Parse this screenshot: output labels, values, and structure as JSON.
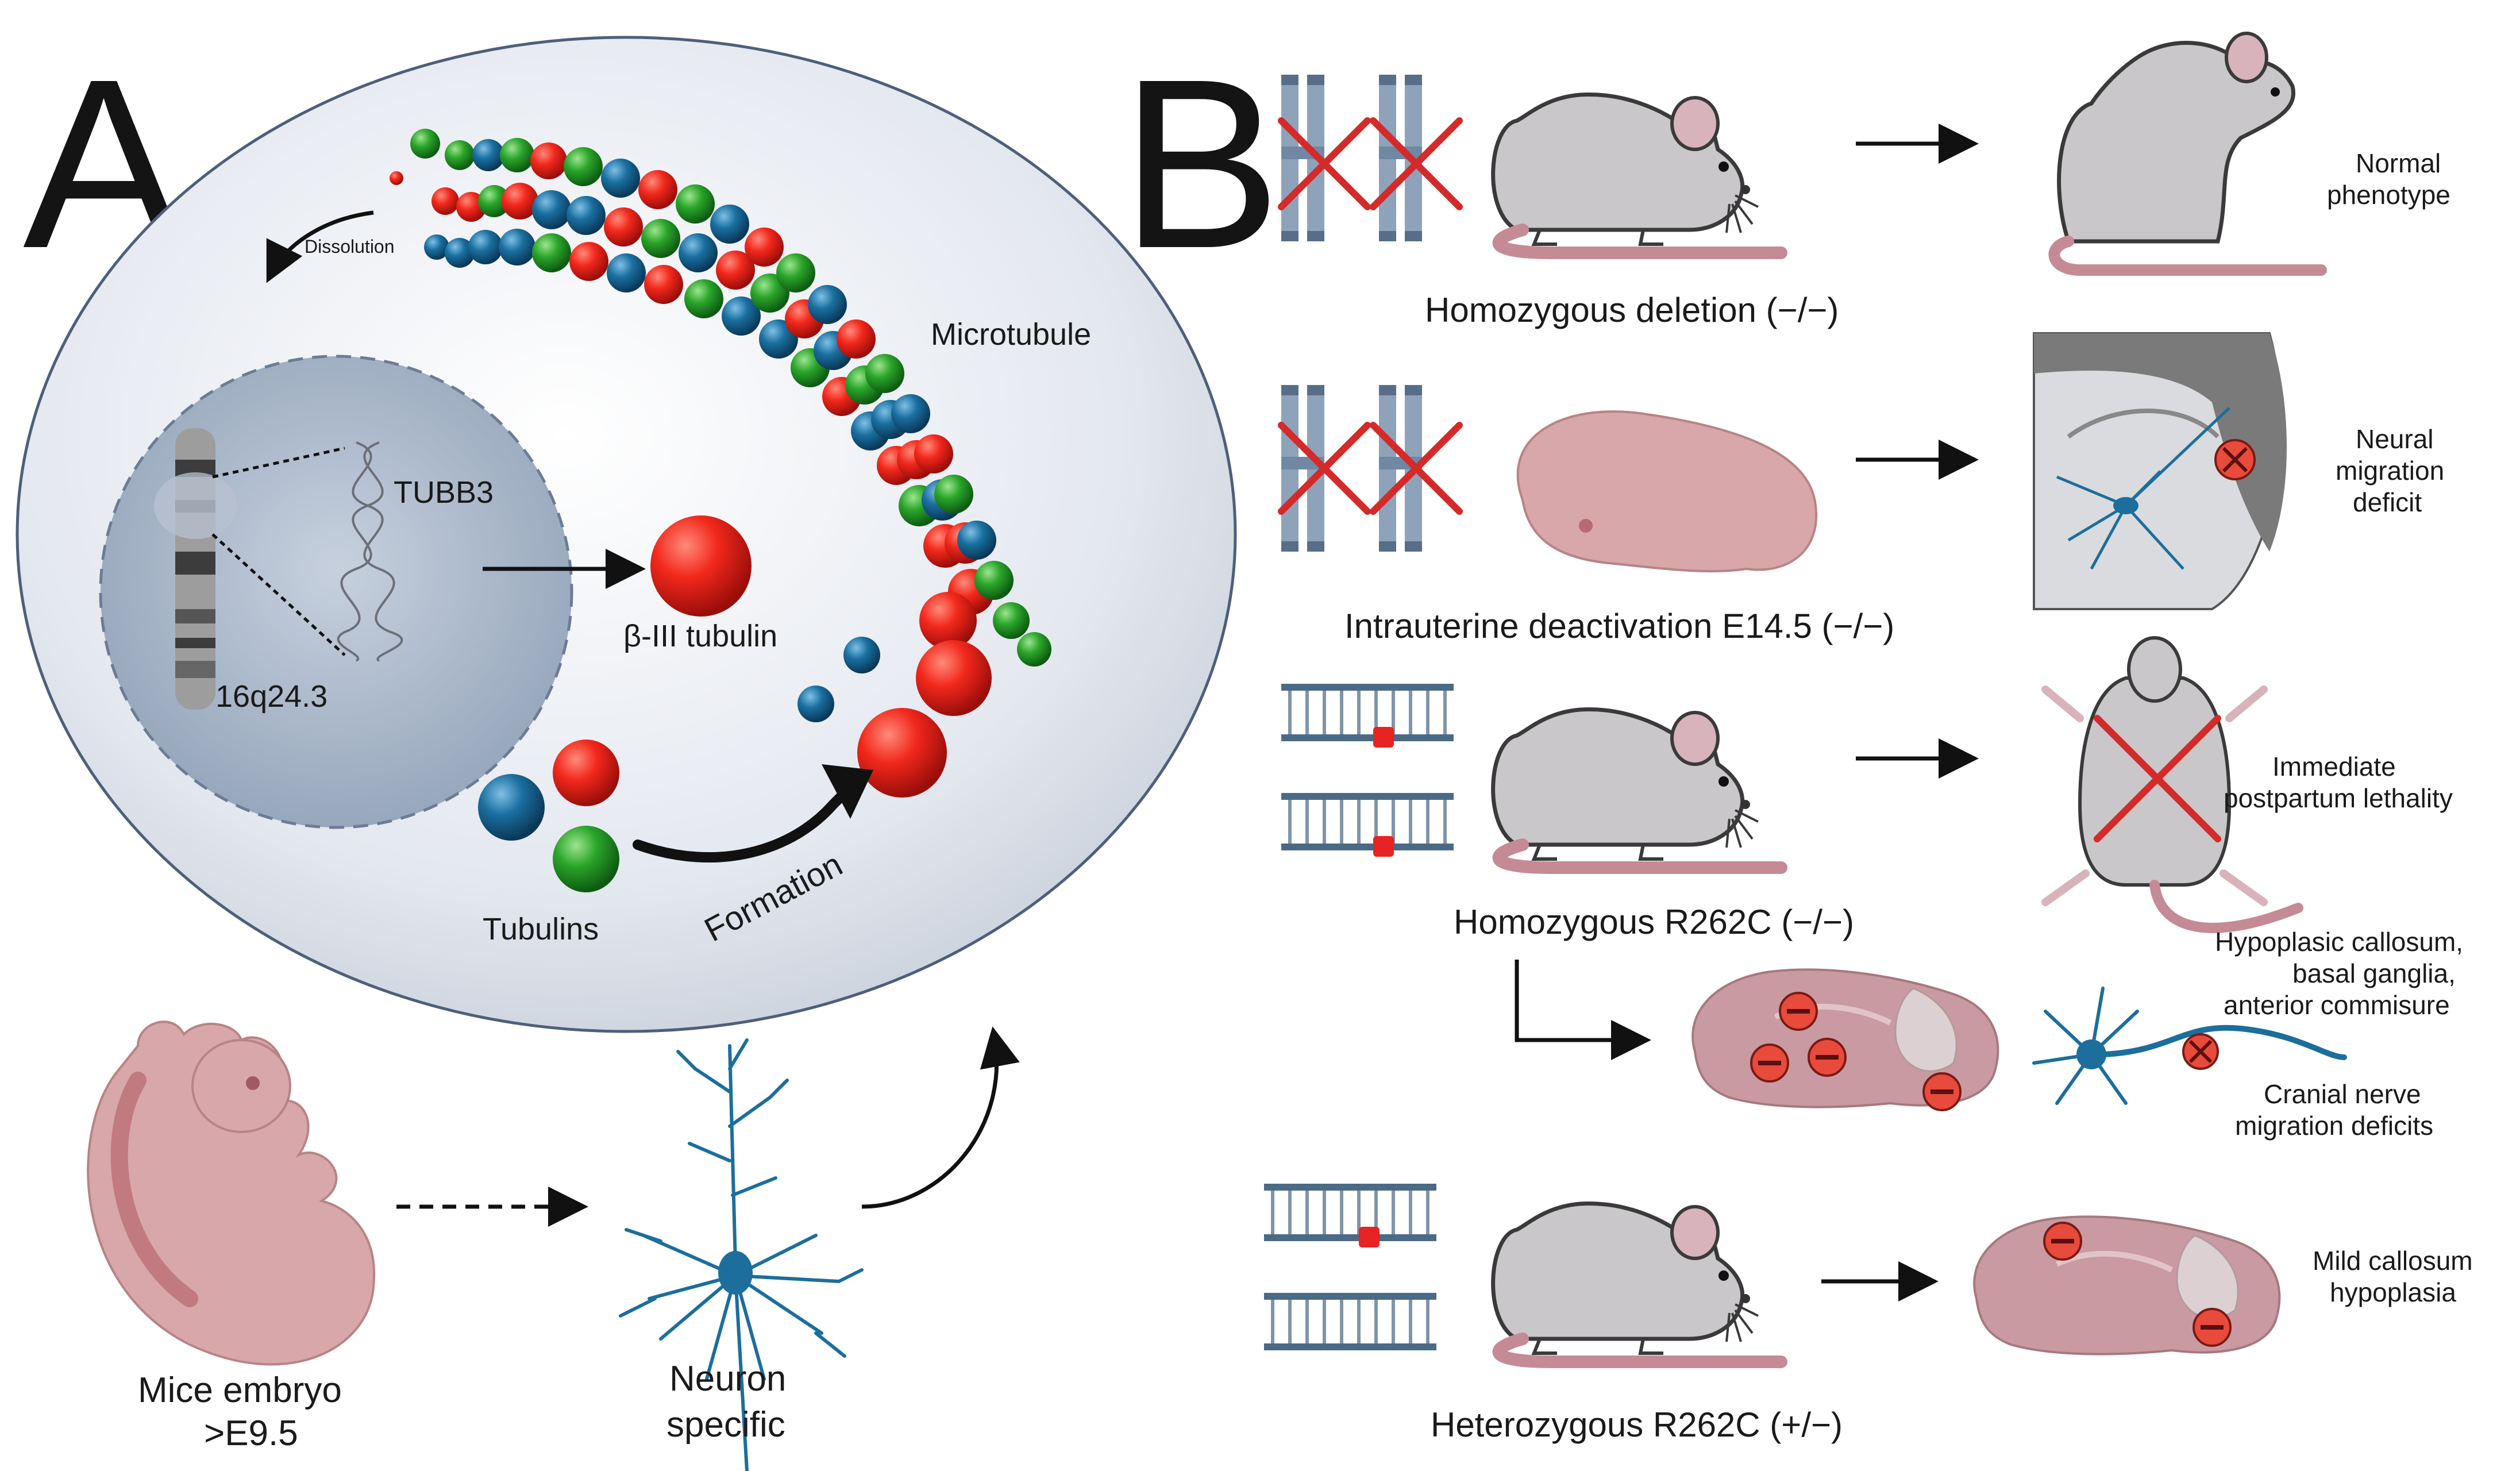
{
  "panels": {
    "a": {
      "letter": "A"
    },
    "b": {
      "letter": "B"
    }
  },
  "panel_a": {
    "dissolution": "Dissolution",
    "microtubule": "Microtubule",
    "gene": "TUBB3",
    "locus": "16q24.3",
    "protein": "β-III tubulin",
    "tubulins": "Tubulins",
    "formation": "Formation",
    "embryo_line1": "Mice embryo",
    "embryo_line2": ">E9.5",
    "neuron_line1": "Neuron",
    "neuron_line2": "specific"
  },
  "panel_b": {
    "rows": [
      {
        "genotype": "Homozygous deletion (−/−)",
        "outcome": [
          "Normal",
          "phenotype"
        ]
      },
      {
        "genotype": "Intrauterine deactivation E14.5 (−/−)",
        "outcome": [
          "Neural",
          "migration",
          "deficit"
        ]
      },
      {
        "genotype": "Homozygous R262C (−/−)",
        "outcome": [
          "Immediate",
          "postpartum lethality"
        ]
      },
      {
        "genotype": "",
        "outcome": [
          "Hypoplasic callosum,",
          "basal ganglia,",
          "anterior commisure"
        ],
        "outcome2": [
          "Cranial nerve",
          "migration deficits"
        ]
      },
      {
        "genotype": "Heterozygous R262C (+/−)",
        "outcome": [
          "Mild callosum",
          "hypoplasia"
        ]
      }
    ]
  },
  "colors": {
    "tubulin_red": "#e8201a",
    "tubulin_green": "#2aa52a",
    "tubulin_blue": "#1a6fa0",
    "cell": "#dde3ec",
    "nucleus": "#a9b6c8",
    "mouse": "#c9c7c9",
    "tail": "#c48b96",
    "embryo": "#d7a7a9",
    "brain": "#c99aa1",
    "neuron": "#1c6e9c",
    "cross": "#d42a2a",
    "chromosome": "#8ea2ba"
  }
}
